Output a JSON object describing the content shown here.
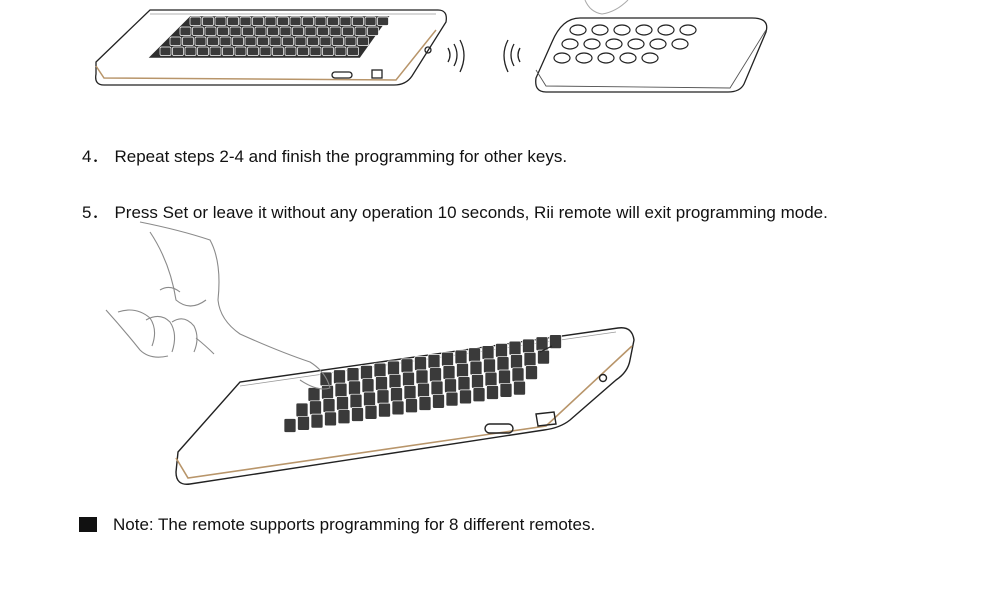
{
  "steps": [
    {
      "number": "4．",
      "text": "Repeat steps 2-4 and finish the programming for other keys."
    },
    {
      "number": "5．",
      "text": "Press Set or leave it without any operation 10 seconds, Rii remote will exit programming mode."
    }
  ],
  "note": {
    "text": "Note: The remote supports programming for 8 different remotes."
  },
  "colors": {
    "outline": "#222222",
    "accent_edge": "#b8956a",
    "key_fill": "#3a3a3a"
  }
}
